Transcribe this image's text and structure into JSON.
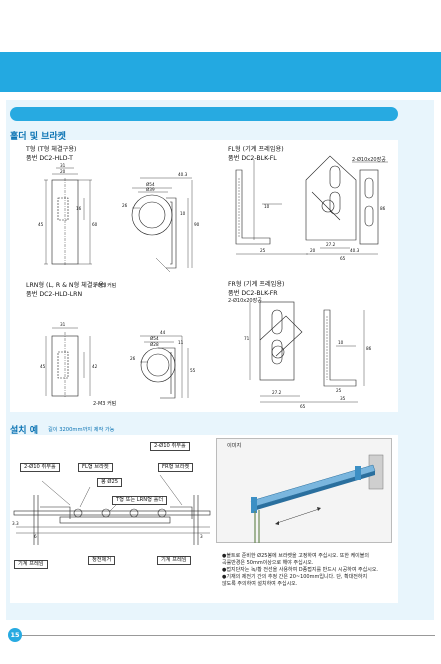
{
  "page": {
    "number": "15"
  },
  "sections": {
    "holder_title": "홀더 및 브라켓",
    "install_title": "설치 예",
    "install_subtitle": "길이 3200mm까지 제작 가능"
  },
  "drawings": {
    "t_type": {
      "title": "T형 (T형 체결구용)",
      "part": "품번 DC2-HLD-T",
      "screw_note": "2-M3 커텀"
    },
    "lrn_type": {
      "title": "LRN형 (L, R & N형 체결구용)",
      "part": "품번 DC2-HLD-LRN",
      "screw_note": "2-M3 커텀"
    },
    "fl_type": {
      "title": "FL형 (기계 프레임용)",
      "part": "품번 DC2-BLK-FL",
      "hole_note": "2-Ø10x20장공"
    },
    "fr_type": {
      "title": "FR형 (기계 프레임용)",
      "part": "품번 DC2-BLK-FR",
      "hole_note": "2-Ø10x20장공"
    }
  },
  "dims": {
    "d54": "Ø54",
    "d39": "Ø39",
    "d28": "Ø28",
    "d31": "31",
    "d44": "44",
    "d20": "20",
    "d45": "45",
    "d40_3": "40.3",
    "d42": "42",
    "d55": "55",
    "d86": "86",
    "d71": "71",
    "d27_2": "27.2",
    "d65": "65",
    "d35": "35",
    "d90": "90",
    "d60": "60",
    "d16": "16",
    "d10": "10",
    "d11": "11",
    "d3_3": "3.3",
    "d25": "25",
    "d3": "3",
    "d6": "6",
    "d26": "26"
  },
  "install": {
    "callouts": {
      "hole_a": "2-Ø10 취부홀",
      "hole_b": "2-Ø10 취부홀",
      "fl_bracket": "FL형 브라켓",
      "fr_bracket": "FR형 브라켓",
      "rod": "봉 Ø25",
      "holder": "T형 또는 LRN형 홀더",
      "frame_left": "기계 프레임",
      "static_bar": "정전제거",
      "frame_right": "기계 프레임"
    },
    "image_label": "이미지",
    "notes": [
      "●볼트로 준비한 Ø25봉에 브라켓을 고정하여 주십시오. 또한 케이블의",
      "  곡률반경은 50mm이상으로 해야 주십시오.",
      "●접지단자는 녹/황 전선을 사용하여 D종접지를 반드시 시공하여 주십시오.",
      "●기재의 제전기 간의 추정 간은 20~100mm입니다. 단, 확대전하지",
      "  않도록 주의하여 설치하여 주십시오."
    ]
  }
}
